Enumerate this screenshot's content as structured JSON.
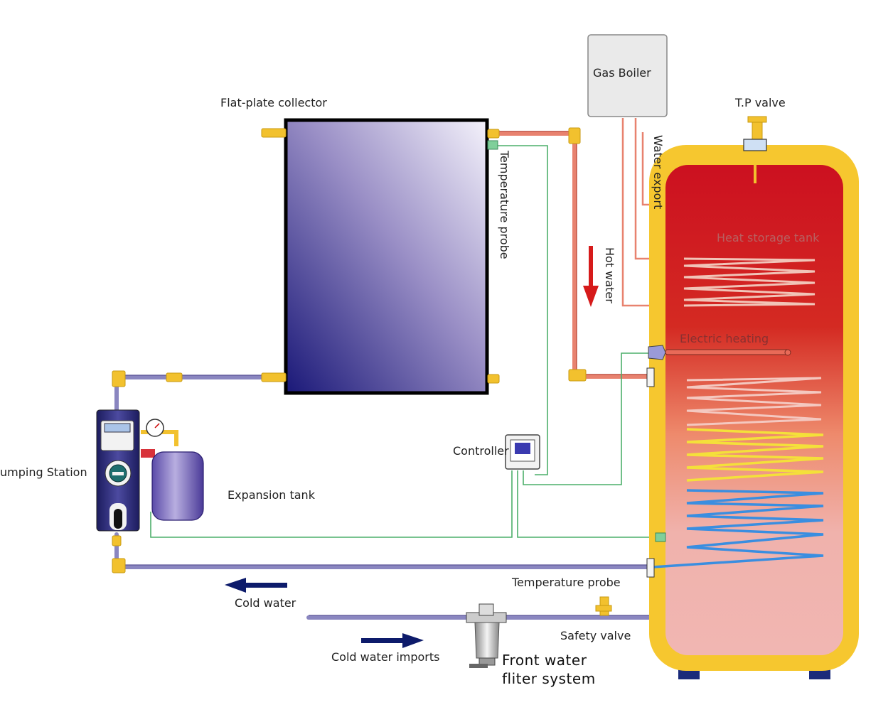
{
  "labels": {
    "flat_plate_collector": "Flat-plate collector",
    "temperature_probe_top": "Temperature probe",
    "gas_boiler": "Gas Boiler",
    "tp_valve": "T.P valve",
    "water_export": "Water export",
    "heat_storage_tank": "Heat storage tank",
    "hot_water": "Hot water",
    "electric_heating": "Electric heating",
    "controller": "Controller",
    "pumping_station": "umping Station",
    "expansion_tank": "Expansion tank",
    "temperature_probe_bottom": "Temperature probe",
    "cold_water": "Cold water",
    "safety_valve": "Safety valve",
    "cold_water_imports": "Cold water imports",
    "front_water_line1": "Front water",
    "front_water_line2": "fliter system"
  },
  "colors": {
    "hot_pipe": "#e8826f",
    "cold_pipe": "#8a86c0",
    "sensor_wire": "#4caf6a",
    "fitting": "#f2c12e",
    "tank_shell": "#f6c72f",
    "arrow_red": "#d61a1a",
    "arrow_blue": "#0d1b6b"
  }
}
